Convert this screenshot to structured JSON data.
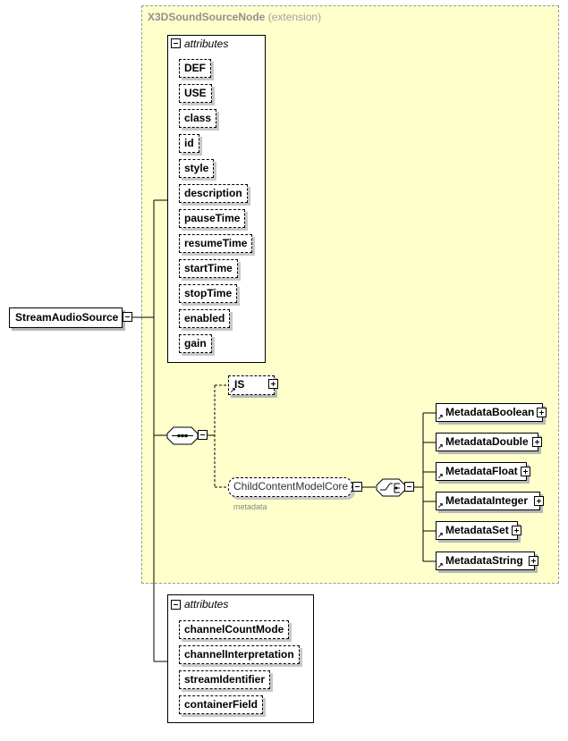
{
  "extension_box": {
    "title_name": "X3DSoundSourceNode",
    "title_suffix": "(extension)"
  },
  "root_element": {
    "label": "StreamAudioSource"
  },
  "attributes_group_label": "attributes",
  "inherited_attributes": [
    "DEF",
    "USE",
    "class",
    "id",
    "style",
    "description",
    "pauseTime",
    "resumeTime",
    "startTime",
    "stopTime",
    "enabled",
    "gain"
  ],
  "sequence": {
    "is_element": "IS",
    "child_group": "ChildContentModelCore",
    "child_group_note": "metadata",
    "choice_elements": [
      "MetadataBoolean",
      "MetadataDouble",
      "MetadataFloat",
      "MetadataInteger",
      "MetadataSet",
      "MetadataString"
    ]
  },
  "own_attributes": [
    "channelCountMode",
    "channelInterpretation",
    "streamIdentifier",
    "containerField"
  ],
  "colors": {
    "extension_fill": "#ffffcc",
    "extension_border": "#999999",
    "line": "#000000"
  }
}
